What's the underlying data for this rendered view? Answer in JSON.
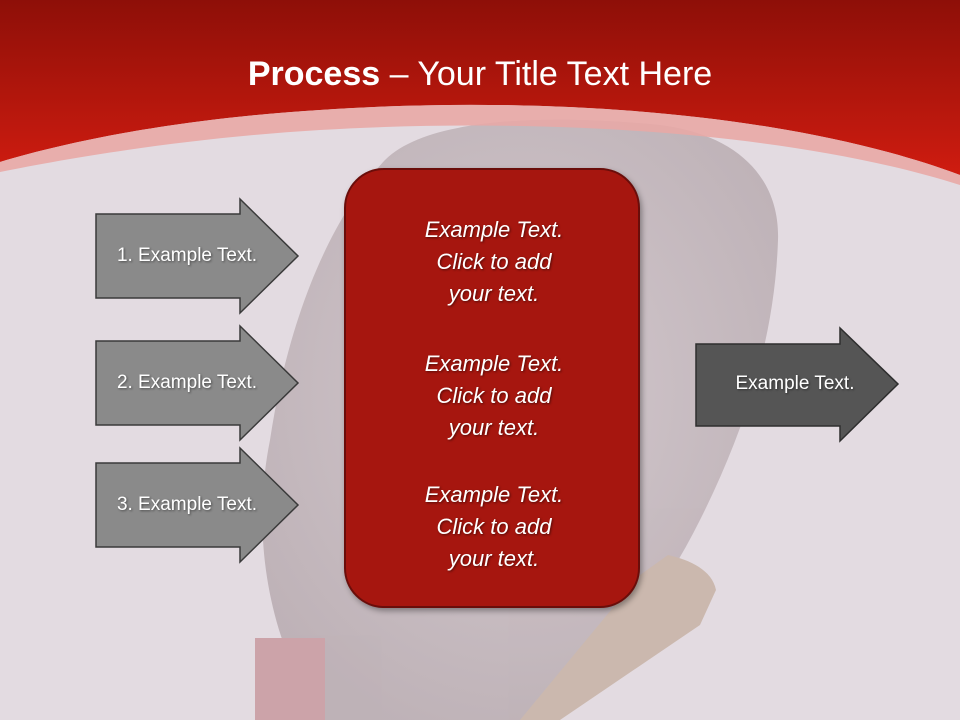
{
  "slide": {
    "title_bold": "Process",
    "title_rest": " – Your Title Text Here"
  },
  "inputs": [
    {
      "label": "1. Example Text."
    },
    {
      "label": "2. Example Text."
    },
    {
      "label": "3. Example Text."
    }
  ],
  "center": {
    "blocks": [
      {
        "lines": [
          "Example Text.",
          "Click  to add",
          "your text."
        ]
      },
      {
        "lines": [
          "Example Text.",
          "Click  to add",
          "your text."
        ]
      },
      {
        "lines": [
          "Example Text.",
          "Click  to add",
          "your text."
        ]
      }
    ]
  },
  "output": {
    "label": "Example Text."
  },
  "colors": {
    "header_red": "#c4190f",
    "box_red": "#a6160f",
    "arrow_gray": "#8a8a8a",
    "output_gray": "#555555",
    "background": "#e3dbe1"
  }
}
